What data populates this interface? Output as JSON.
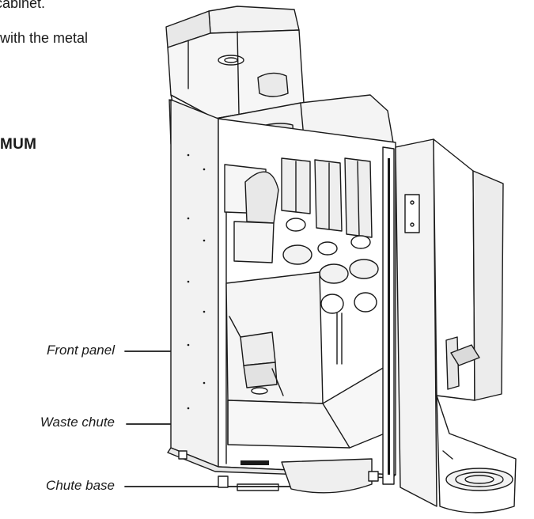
{
  "text_fragments": {
    "line1": "cabinet.",
    "line2": "with the metal",
    "line3": "MUM"
  },
  "callouts": {
    "front_panel": "Front panel",
    "waste_chute": "Waste chute",
    "chute_base": "Chute base"
  }
}
